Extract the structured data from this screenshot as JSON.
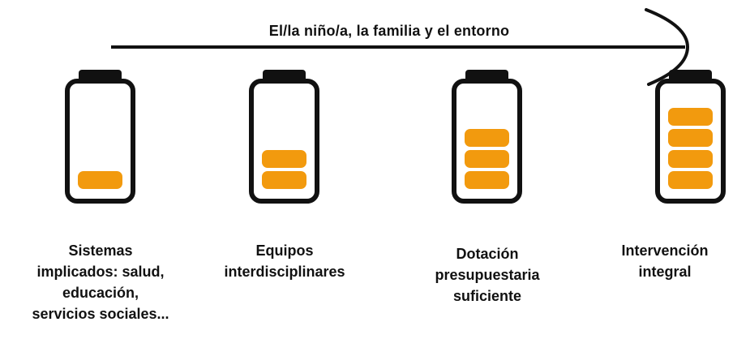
{
  "arrow": {
    "label": "El/la niño/a, la familia y el entorno"
  },
  "colors": {
    "stroke": "#111111",
    "accent": "#F29A0E",
    "background": "#ffffff"
  },
  "batteries": [
    {
      "level": 1,
      "capacity": 4,
      "label_lines": [
        "Sistemas",
        "implicados: salud,",
        "educación,",
        "servicios sociales..."
      ]
    },
    {
      "level": 2,
      "capacity": 4,
      "label_lines": [
        "Equipos",
        "interdisciplinares"
      ]
    },
    {
      "level": 3,
      "capacity": 4,
      "label_lines": [
        "Dotación",
        "presupuestaria",
        "suficiente"
      ]
    },
    {
      "level": 4,
      "capacity": 4,
      "label_lines": [
        "Intervención",
        "integral"
      ]
    }
  ]
}
